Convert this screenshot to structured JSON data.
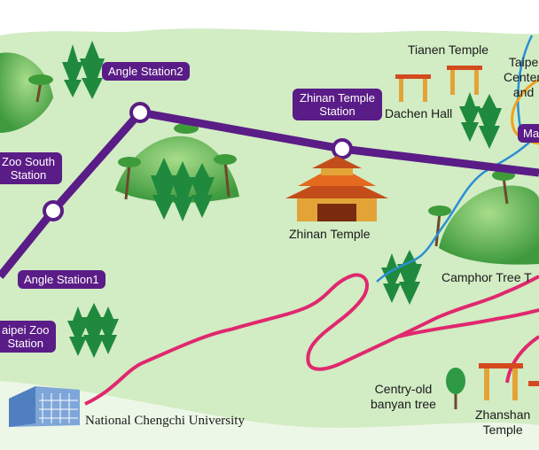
{
  "map": {
    "stations": {
      "angle2": "Angle Station2",
      "zhinan_line1": "Zhinan Temple",
      "zhinan_line2": "Station",
      "zoo_south_line1": "Zoo South",
      "zoo_south_line2": "Station",
      "angle1": "Angle Station1",
      "zoo_line1": "aipei Zoo",
      "zoo_line2": "Station",
      "maokong_partial": "Ma"
    },
    "places": {
      "tianen": "Tianen Temple",
      "taipei_line1": "Taipe",
      "taipei_line2": "Centen",
      "taipei_line3": "and",
      "dachen": "Dachen Hall",
      "zhinan_temple": "Zhinan Temple",
      "camphor": "Camphor Tree T",
      "banyan_line1": "Centry-old",
      "banyan_line2": "banyan tree",
      "zhanshan_line1": "Zhanshan",
      "zhanshan_line2": "Temple",
      "nccu": "National Chengchi University"
    },
    "colors": {
      "gondola_line": "#5a1c86",
      "road": "#e0286e",
      "river": "#2a8fd4",
      "trail": "#f0a020",
      "land": "#d2ecc4",
      "hill": "#69b85a",
      "tree": "#1f8a3d"
    }
  }
}
